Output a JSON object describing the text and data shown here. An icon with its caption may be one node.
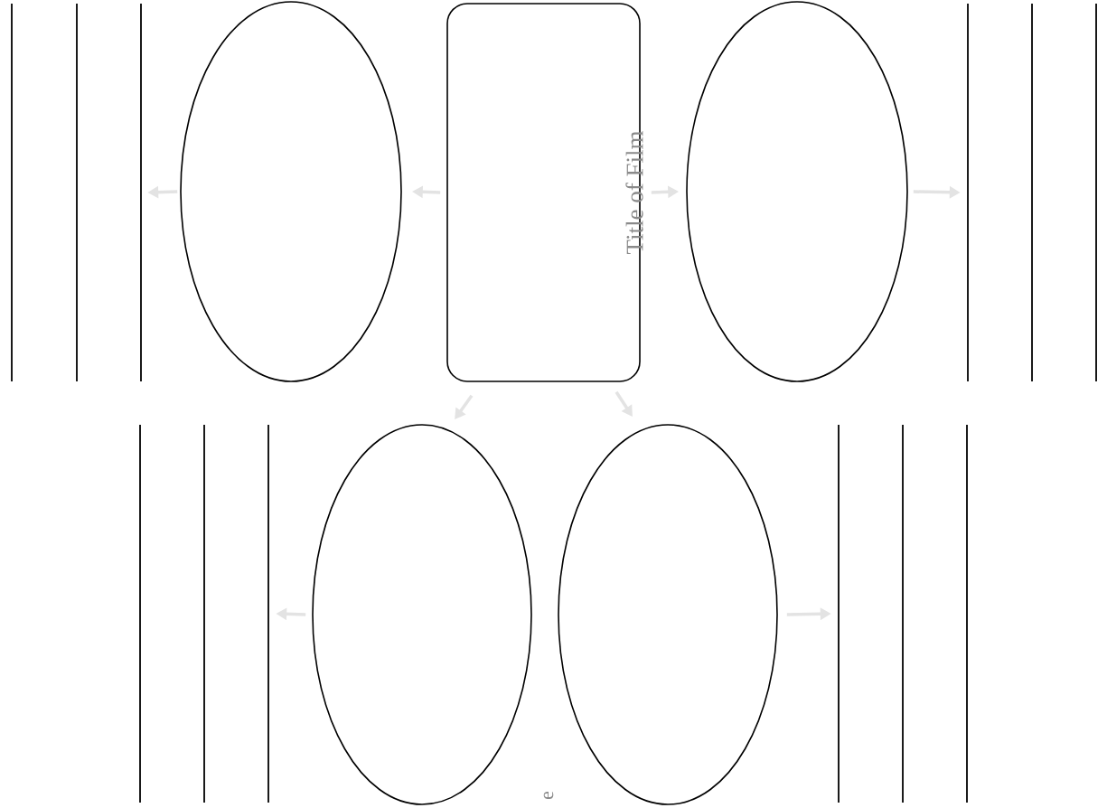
{
  "diagram": {
    "nodes": [
      {
        "text": [
          "Title of Film"
        ]
      },
      {
        "text": [],
        "shape": "circle"
      },
      {
        "text": [],
        "shape": "circle"
      },
      {
        "text": [],
        "shape": "circle"
      },
      {
        "text": [],
        "shape": "circle"
      },
      {
        "text": [],
        "shape": "bar"
      },
      {
        "text": [],
        "shape": "bar"
      },
      {
        "text": [],
        "shape": "bar"
      },
      {
        "text": [],
        "shape": "bar"
      }
    ],
    "edges": [
      {
        "from": 0,
        "to": 1,
        "arrow": "to"
      },
      {
        "from": 0,
        "to": 2,
        "arrow": "to"
      },
      {
        "from": 0,
        "to": 3,
        "arrow": "to"
      },
      {
        "from": 0,
        "to": 4,
        "arrow": "to"
      },
      {
        "from": 1,
        "to": 5,
        "arrow": "to"
      },
      {
        "from": 2,
        "to": 6,
        "arrow": "to"
      },
      {
        "from": 3,
        "to": 7,
        "arrow": "to"
      },
      {
        "from": 4,
        "to": 8,
        "arrow": "to"
      }
    ],
    "labels": [
      "e"
    ]
  }
}
